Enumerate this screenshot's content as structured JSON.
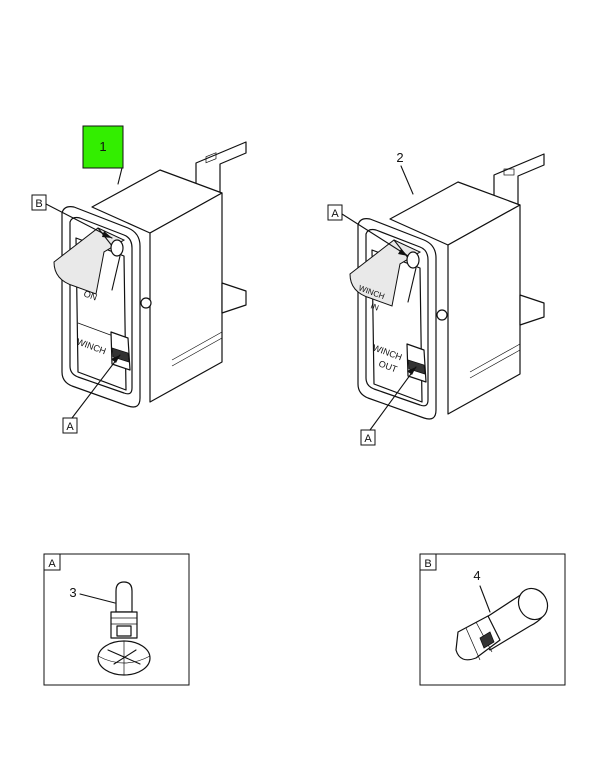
{
  "callouts": {
    "item1": "1",
    "item2": "2",
    "item3": "3",
    "item4": "4"
  },
  "letters": {
    "a": "A",
    "b": "B"
  },
  "switch_left": {
    "on_label": "ON",
    "winch_label": "WINCH"
  },
  "switch_right": {
    "winch_in_line1": "WINCH",
    "winch_in_line2": "IN",
    "winch_out_line1": "WINCH",
    "winch_out_line2": "OUT"
  },
  "colors": {
    "highlight": "#33ee00",
    "line": "#111111"
  }
}
